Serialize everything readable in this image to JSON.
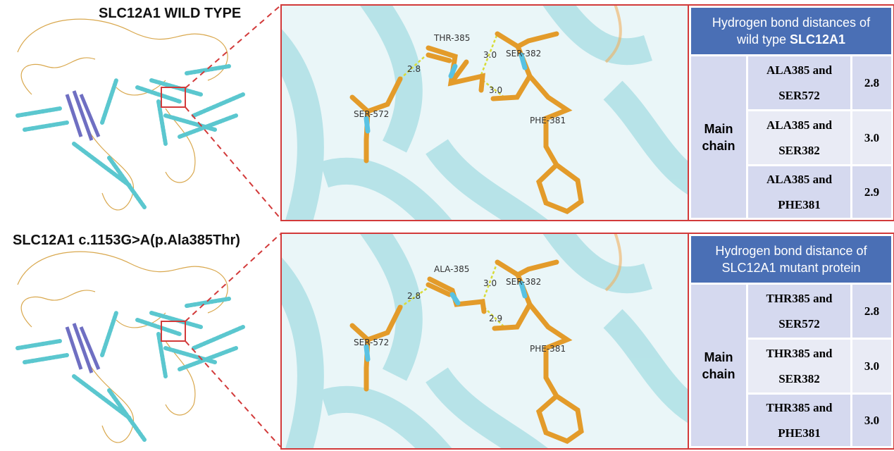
{
  "wild_type": {
    "title": "SLC12A1 WILD TYPE",
    "labels": {
      "thr": "THR-385",
      "ser382": "SER-382",
      "ser572": "SER-572",
      "phe381": "PHE-381"
    },
    "distances": {
      "d1": "2.8",
      "d2": "3.0",
      "d3": "3.0"
    },
    "table": {
      "header_line1": "Hydrogen bond distances of",
      "header_line2_prefix": "wild type ",
      "header_line2_bold": "SLC12A1",
      "chain_line1": "Main",
      "chain_line2": "chain",
      "rows": [
        {
          "pair_line1": "ALA385 and",
          "pair_line2": "SER572",
          "value": "2.8"
        },
        {
          "pair_line1": "ALA385 and",
          "pair_line2": "SER382",
          "value": "3.0"
        },
        {
          "pair_line1": "ALA385 and",
          "pair_line2": "PHE381",
          "value": "2.9"
        }
      ]
    }
  },
  "mutant": {
    "title": "SLC12A1 c.1153G>A(p.Ala385Thr)",
    "labels": {
      "ala": "ALA-385",
      "ser382": "SER-382",
      "ser572": "SER-572",
      "phe381": "PHE-381"
    },
    "distances": {
      "d1": "2.8",
      "d2": "3.0",
      "d3": "2.9"
    },
    "table": {
      "header_line1": "Hydrogen bond distance of",
      "header_line2": "SLC12A1 mutant protein",
      "chain_line1": "Main",
      "chain_line2": "chain",
      "rows": [
        {
          "pair_line1": "THR385 and",
          "pair_line2": "SER572",
          "value": "2.8"
        },
        {
          "pair_line1": "THR385 and",
          "pair_line2": "SER382",
          "value": "3.0"
        },
        {
          "pair_line1": "THR385 and",
          "pair_line2": "PHE381",
          "value": "3.0"
        }
      ]
    }
  },
  "colors": {
    "accent_red": "#d23a3a",
    "header_blue": "#4a6fb5",
    "helix_cyan": "#5bc7cf",
    "stick_orange": "#e39b2a",
    "nitrogen_blue": "#58c2e3",
    "hbond_yellow": "#d8dc3a"
  }
}
